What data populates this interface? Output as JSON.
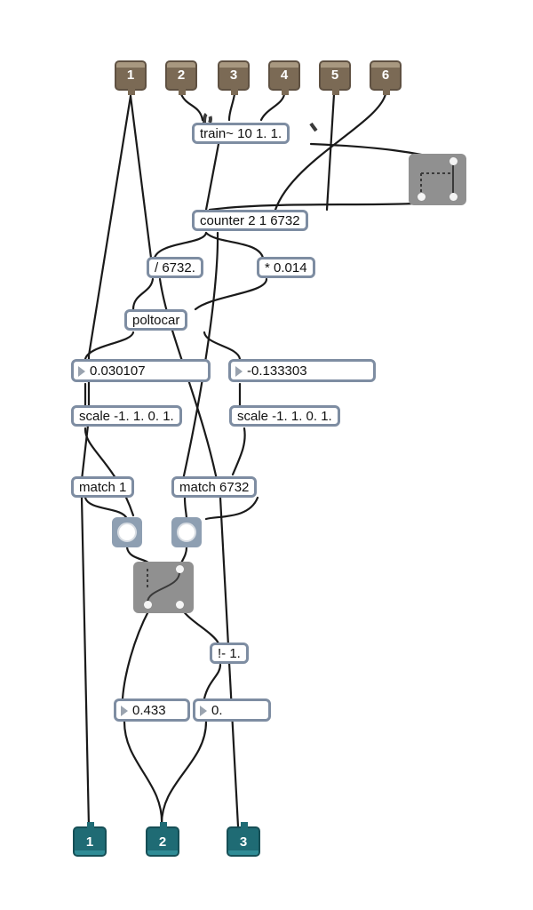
{
  "inlets": [
    "1",
    "2",
    "3",
    "4",
    "5",
    "6"
  ],
  "outlets": [
    "1",
    "2",
    "3"
  ],
  "objects": {
    "train": "train~ 10 1. 1.",
    "counter": "counter 2 1 6732",
    "divide": "/ 6732.",
    "multiply": "* 0.014",
    "poltocar": "poltocar",
    "scale_left": "scale -1. 1. 0. 1.",
    "scale_right": "scale -1. 1. 0. 1.",
    "match_left": "match 1",
    "match_right": "match 6732",
    "rminus": "!- 1."
  },
  "number_boxes": {
    "x_value": "0.030107",
    "y_value": "-0.133303",
    "crossfade_a": "0.433",
    "crossfade_b": "0."
  },
  "colors": {
    "inlet": "#7b6a55",
    "outlet": "#1f6b74",
    "object_border": "#7e8da2",
    "gate": "#909090",
    "button": "#8e9fb2"
  }
}
